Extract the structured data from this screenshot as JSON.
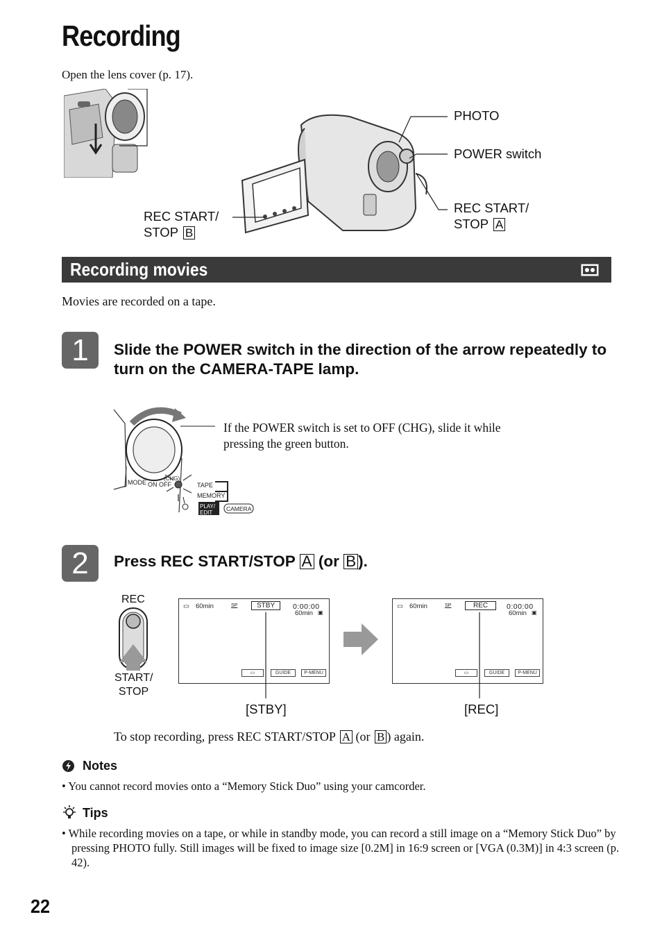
{
  "page": {
    "title": "Recording",
    "intro": "Open the lens cover (p. 17).",
    "page_number": "22"
  },
  "callouts": {
    "photo": "PHOTO",
    "power_switch": "POWER switch",
    "rec_start_a_line1": "REC START/",
    "rec_start_a_line2": "STOP",
    "rec_start_a_box": "A",
    "rec_start_b_line1": "REC START/",
    "rec_start_b_line2": "STOP",
    "rec_start_b_box": "B"
  },
  "section": {
    "title": "Recording movies",
    "icon": "tape-icon",
    "subtitle": "Movies are recorded on a tape."
  },
  "step1": {
    "number": "1",
    "text": "Slide the POWER switch in the direction of the arrow repeatedly to turn on the CAMERA-TAPE lamp.",
    "note": "If the POWER switch is set to OFF (CHG), slide it while pressing the green button.",
    "dial_labels": {
      "mode": "MODE",
      "on": "ON",
      "off": "OFF",
      "chg": "(CHG)",
      "tape": "TAPE",
      "memory": "MEMORY",
      "play_edit": "PLAY/ EDIT",
      "camera": "CAMERA"
    }
  },
  "step2": {
    "number": "2",
    "text_prefix": "Press REC START/STOP ",
    "box_a": "A",
    "text_mid": " (or ",
    "box_b": "B",
    "text_suffix": ").",
    "rec_label": "REC",
    "start_stop_label": "START/ STOP",
    "screen_stby": {
      "battery": "60min",
      "sp": "SP",
      "status": "STBY",
      "counter": "0:00:00",
      "tape_remaining": "60min",
      "btn_guide": "GUIDE",
      "btn_pmenu": "P-MENU",
      "caption": "[STBY]"
    },
    "screen_rec": {
      "battery": "60min",
      "sp": "SP",
      "status": "REC",
      "counter": "0:00:00",
      "tape_remaining": "60min",
      "btn_guide": "GUIDE",
      "btn_pmenu": "P-MENU",
      "caption": "[REC]"
    },
    "stop_text_prefix": "To stop recording, press REC START/STOP ",
    "stop_box_a": "A",
    "stop_text_mid": " (or ",
    "stop_box_b": "B",
    "stop_text_suffix": ") again."
  },
  "notes": {
    "heading": "Notes",
    "items": [
      "You cannot record movies onto a “Memory Stick Duo” using your camcorder."
    ]
  },
  "tips": {
    "heading": "Tips",
    "items": [
      "While recording movies on a tape, or while in standby mode, you can record a still image on a “Memory Stick Duo” by pressing PHOTO fully. Still images will be fixed to image size [0.2M] in 16:9 screen or [VGA (0.3M)] in 4:3 screen (p. 42)."
    ]
  }
}
